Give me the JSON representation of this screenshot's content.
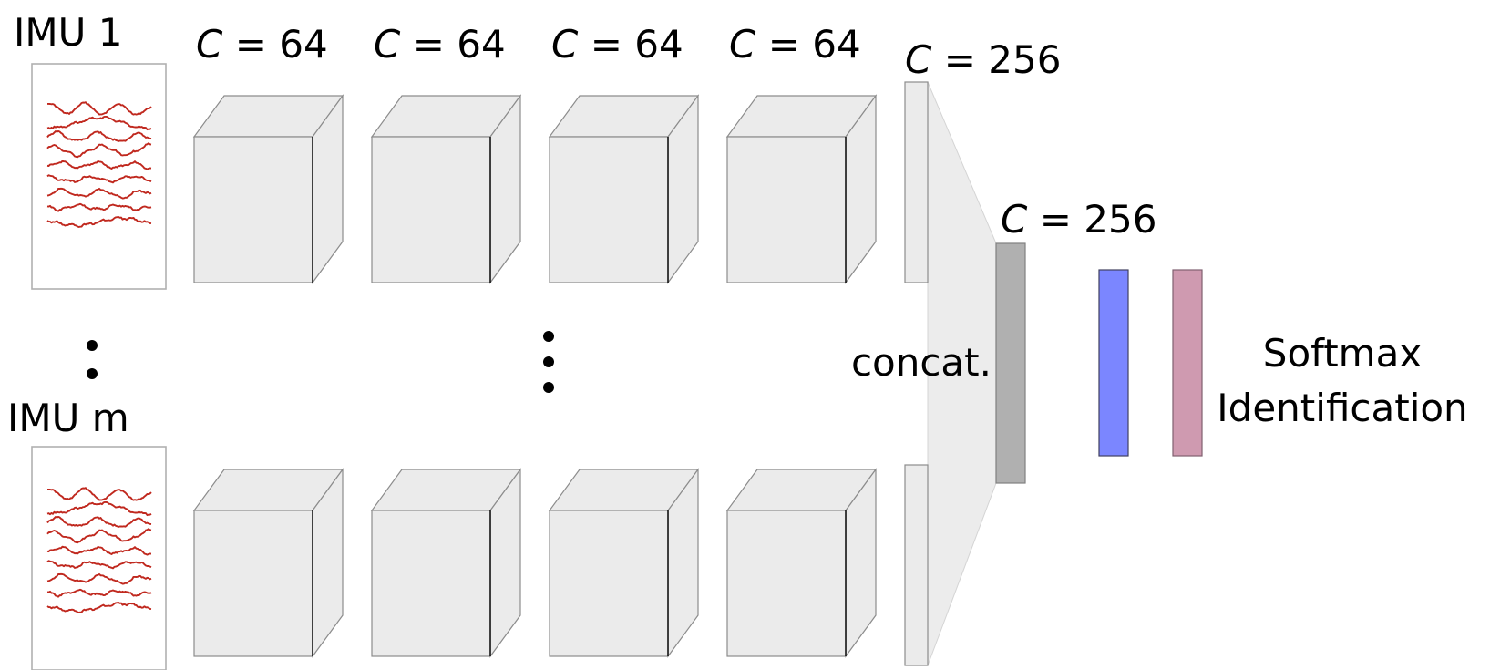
{
  "imu_inputs": [
    {
      "label": "IMU 1"
    },
    {
      "label": "IMU m"
    }
  ],
  "conv_layers": [
    {
      "var": "C",
      "op": "=",
      "value": "64"
    },
    {
      "var": "C",
      "op": "=",
      "value": "64"
    },
    {
      "var": "C",
      "op": "=",
      "value": "64"
    },
    {
      "var": "C",
      "op": "=",
      "value": "64"
    }
  ],
  "pooled_feature": {
    "var": "C",
    "op": "=",
    "value": "256"
  },
  "concat_feature": {
    "var": "C",
    "op": "=",
    "value": "256"
  },
  "concat_label": "concat.",
  "output": {
    "line1": "Softmax",
    "line2": "Identification"
  },
  "colors": {
    "signal": "#c0281e",
    "block_fill": "#ebebeb",
    "concat_bar": "#b0b0b0",
    "dense_bar": "#7b86ff",
    "softmax_bar": "#cf9ab0",
    "funnel": "#ececec"
  }
}
